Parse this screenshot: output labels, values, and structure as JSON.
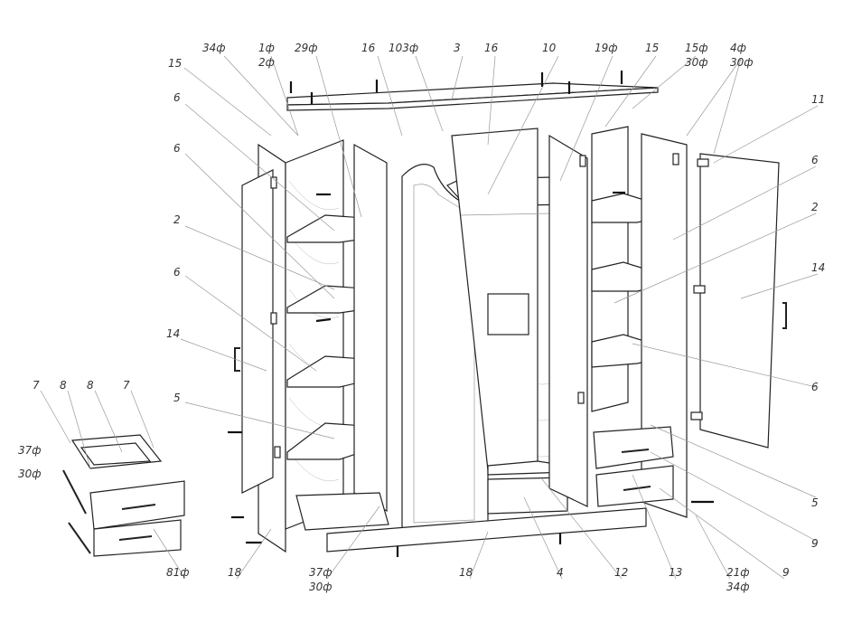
{
  "labels": {
    "top": [
      "34ф",
      "1ф",
      "2ф",
      "29ф",
      "16",
      "103ф",
      "3",
      "16",
      "10",
      "19ф",
      "15",
      "15ф",
      "30ф",
      "4ф",
      "30ф"
    ],
    "left": [
      "15",
      "6",
      "6",
      "2",
      "6",
      "14",
      "5",
      "7",
      "8",
      "8",
      "7",
      "37ф",
      "30ф"
    ],
    "right": [
      "11",
      "6",
      "2",
      "14",
      "6",
      "5",
      "9"
    ],
    "bottom": [
      "81ф",
      "18",
      "37ф",
      "30ф",
      "18",
      "4",
      "12",
      "13",
      "21ф",
      "34ф",
      "9"
    ]
  }
}
